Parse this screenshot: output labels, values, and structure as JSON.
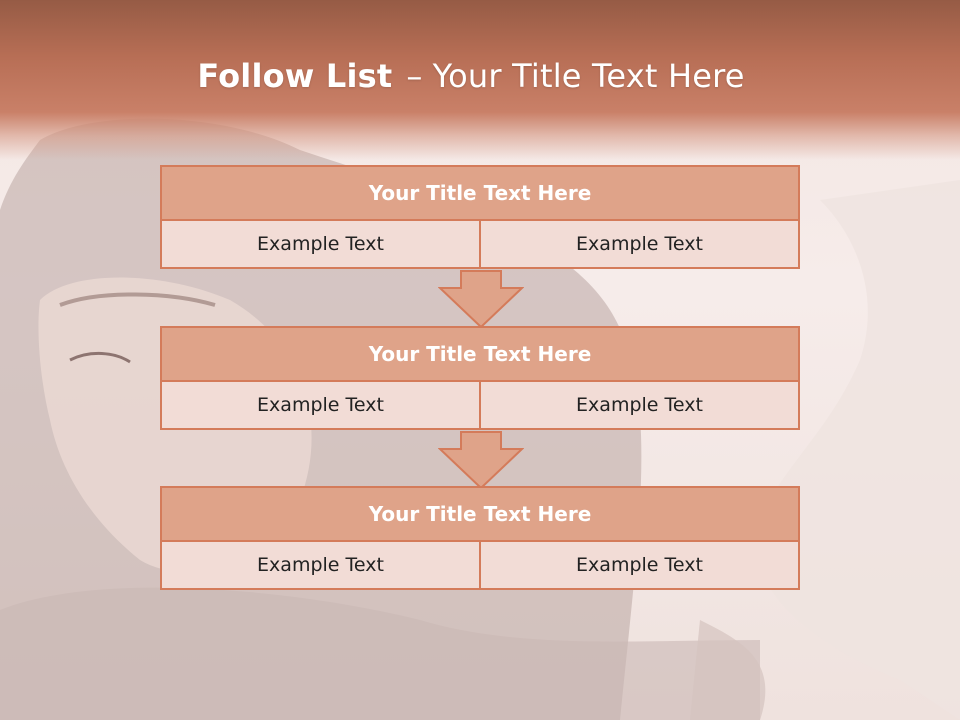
{
  "slide": {
    "title_bold": "Follow List",
    "title_dash": "–",
    "title_rest": "Your Title Text Here"
  },
  "steps": [
    {
      "title": "Your Title Text Here",
      "left": "Example Text",
      "right": "Example Text"
    },
    {
      "title": "Your Title Text Here",
      "left": "Example Text",
      "right": "Example Text"
    },
    {
      "title": "Your Title Text Here",
      "left": "Example Text",
      "right": "Example Text"
    }
  ],
  "colors": {
    "header_band": "#c98068",
    "box_title_fill": "#dfa389",
    "box_border": "#d47b5a",
    "box_cell_fill": "#f2dcd6",
    "title_text": "#ffffff"
  },
  "icons": [
    "down-arrow-icon",
    "down-arrow-icon"
  ]
}
